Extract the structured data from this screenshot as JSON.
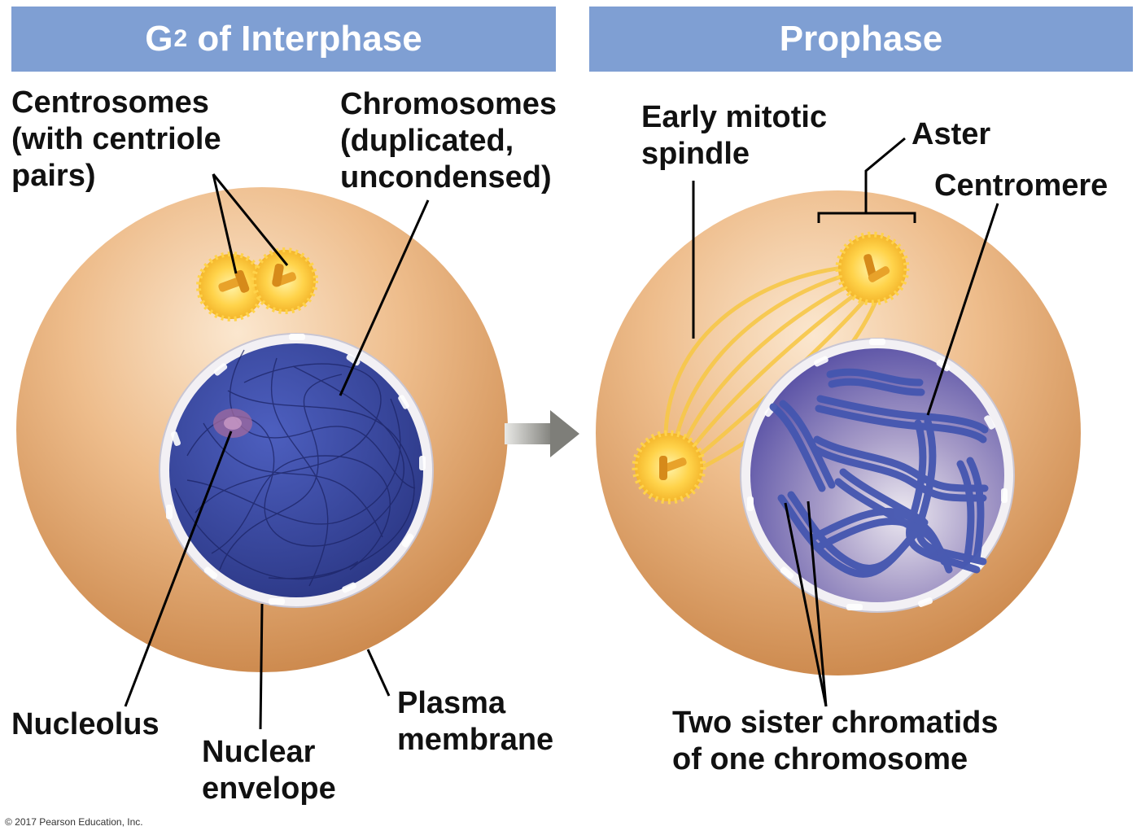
{
  "headers": {
    "g2_main": "G",
    "g2_sub": "2",
    "g2_rest": " of Interphase",
    "prophase": "Prophase"
  },
  "labels": {
    "centrosomes": "Centrosomes\n(with centriole\npairs)",
    "chromosomes": "Chromosomes\n(duplicated,\nuncondensed)",
    "nucleolus": "Nucleolus",
    "nuclear_envelope": "Nuclear\nenvelope",
    "plasma_membrane": "Plasma\nmembrane",
    "early_spindle": "Early mitotic\nspindle",
    "aster": "Aster",
    "centromere": "Centromere",
    "sister_chromatids": "Two sister chromatids\nof one chromosome"
  },
  "copyright": "© 2017 Pearson Education, Inc.",
  "colors": {
    "header_bg": "#7f9fd3",
    "cytoplasm": "#e8b07e",
    "nucleus": "#3b4aa0",
    "centrosome": "#f7c634",
    "arrow": "#8a8a86"
  }
}
